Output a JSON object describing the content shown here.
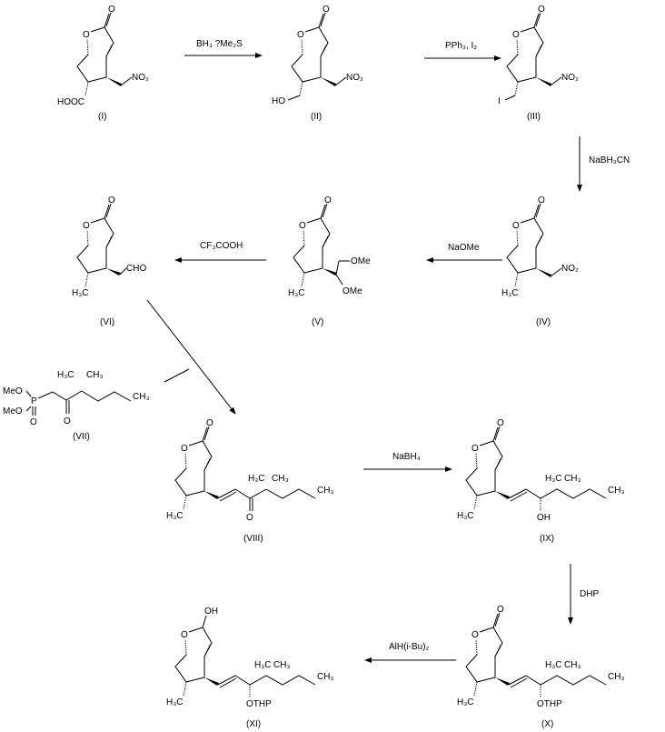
{
  "title": "Synthesis scheme of compound (XI)",
  "compounds": {
    "I": {
      "label": "(I)",
      "sub1": "HOOC",
      "sub2": "NO₂"
    },
    "II": {
      "label": "(II)",
      "sub1": "HO",
      "sub2": "NO₂"
    },
    "III": {
      "label": "(III)",
      "sub1": "I",
      "sub2": "NO₂"
    },
    "IV": {
      "label": "(IV)",
      "sub1": "H₃C",
      "sub2": "NO₂"
    },
    "V": {
      "label": "(V)",
      "sub1": "OMe",
      "sub2": "OMe"
    },
    "VI": {
      "label": "(VI)",
      "sub1": "CHO"
    },
    "VII": {
      "label": "(VII)",
      "meo1": "MeO",
      "meo2": "MeO",
      "p": "P",
      "o1": "O",
      "o2": "O",
      "me1": "H₃C",
      "me2": "CH₃",
      "me3": "CH₃"
    },
    "VIII": {
      "label": "(VIII)",
      "h3c": "H₃C",
      "o": "O",
      "me1": "H₃C",
      "me2": "CH₃",
      "me3": "CH₃"
    },
    "IX": {
      "label": "(IX)",
      "h3c": "H₃C",
      "oh": "OH",
      "me1": "H₃C",
      "me2": "CH₃",
      "me3": "CH₃"
    },
    "X": {
      "label": "(X)",
      "h3c": "H₃C",
      "othp": "OTHP",
      "me1": "H₃C",
      "me2": "CH₃",
      "me3": "CH₃"
    },
    "XI": {
      "label": "(XI)",
      "h3c": "H₃C",
      "othp": "OTHP",
      "oh": "OH",
      "me1": "H₃C",
      "me2": "CH₃",
      "me3": "CH₃"
    }
  },
  "ring_atoms": {
    "o_ring": "O",
    "o_carbonyl": "O",
    "h3c": "H₃C"
  },
  "reagents": {
    "r1": "BH₃ ?Me₂S",
    "r2": "PPh₃, I₂",
    "r3": "NaBH₃CN",
    "r4": "NaOMe",
    "r5": "CF₃COOH",
    "r6": "NaBH₄",
    "r7": "DHP",
    "r8": "AlH(i-Bu)₂"
  }
}
